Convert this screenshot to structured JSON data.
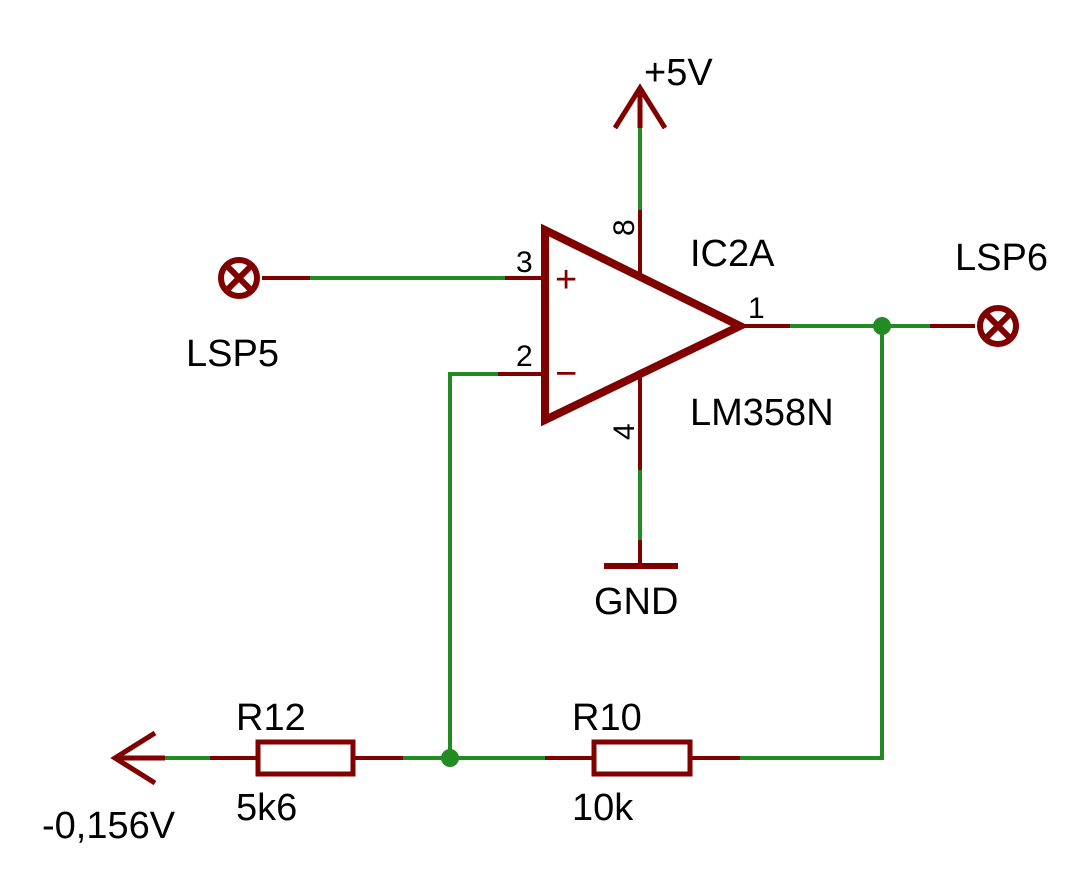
{
  "colors": {
    "wire": "#228b22",
    "symbol": "#800000",
    "text": "#000000",
    "background": "#ffffff"
  },
  "labels": {
    "supply": "+5V",
    "ic_name": "IC2A",
    "ic_value": "LM358N",
    "ground": "GND",
    "input_point": "LSP5",
    "output_point": "LSP6",
    "r12_name": "R12",
    "r12_value": "5k6",
    "r10_name": "R10",
    "r10_value": "10k",
    "reference_voltage": "-0,156V"
  },
  "pins": {
    "noninverting": "3",
    "inverting": "2",
    "output": "1",
    "vcc": "8",
    "gnd": "4"
  },
  "symbols": {
    "plus": "+",
    "minus": "−"
  }
}
